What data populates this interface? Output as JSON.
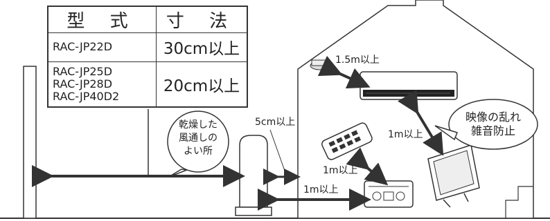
{
  "table": {
    "header_model": "型 式",
    "header_dim": "寸 法",
    "rows": [
      {
        "models": [
          "RAC-JP22D"
        ],
        "dimension": "30cm以上"
      },
      {
        "models": [
          "RAC-JP25D",
          "RAC-JP28D",
          "RAC-JP40D2"
        ],
        "dimension": "20cm以上"
      }
    ]
  },
  "labels": {
    "ceiling_smoke": "1.5m以上",
    "side_gap": "5cm以上",
    "ac_to_tv": "1m以上",
    "remote": "1m以上",
    "radio": "1m以上"
  },
  "bubble_wind": [
    "乾燥した",
    "風通しの",
    "よい所"
  ],
  "bubble_noise": [
    "映像の乱れ",
    "雑音防止"
  ]
}
